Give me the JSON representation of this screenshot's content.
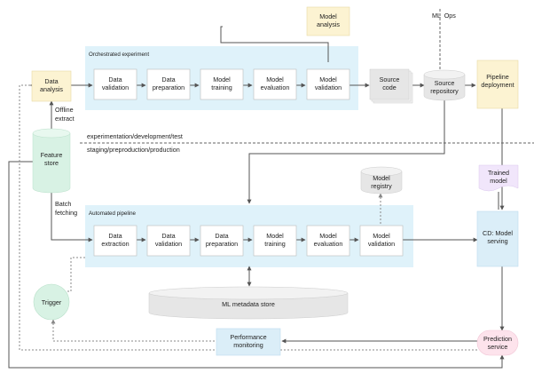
{
  "ml_ops_label": "ML  Ops",
  "divider": {
    "above": "experimentation/development/test",
    "below": "staging/preproduction/production"
  },
  "orchestrated": {
    "title": "Orchestrated experiment",
    "steps": [
      [
        "Data",
        "validation"
      ],
      [
        "Data",
        "preparation"
      ],
      [
        "Model",
        "training"
      ],
      [
        "Model",
        "evaluation"
      ],
      [
        "Model",
        "validation"
      ]
    ]
  },
  "automated": {
    "title": "Automated pipeline",
    "steps": [
      [
        "Data",
        "extraction"
      ],
      [
        "Data",
        "validation"
      ],
      [
        "Data",
        "preparation"
      ],
      [
        "Model",
        "training"
      ],
      [
        "Model",
        "evaluation"
      ],
      [
        "Model",
        "validation"
      ]
    ]
  },
  "nodes": {
    "data_analysis": [
      "Data",
      "analysis"
    ],
    "model_analysis": [
      "Model",
      "analysis"
    ],
    "source_code": [
      "Source",
      "code"
    ],
    "source_repository": [
      "Source",
      "repository"
    ],
    "pipeline_deployment": [
      "Pipeline",
      "deployment"
    ],
    "feature_store": [
      "Feature",
      "store"
    ],
    "model_registry": [
      "Model",
      "registry"
    ],
    "trained_model": [
      "Trained",
      "model"
    ],
    "cd_model_serving": [
      "CD: Model",
      "serving"
    ],
    "ml_metadata_store": "ML metadata store",
    "trigger": "Trigger",
    "performance_monitoring": [
      "Performance",
      "monitoring"
    ],
    "prediction_service": [
      "Prediction",
      "service"
    ]
  },
  "edge_labels": {
    "offline_extract": [
      "Offline",
      "extract"
    ],
    "batch_fetching": [
      "Batch",
      "fetching"
    ]
  },
  "colors": {
    "pipeline_bg": "#dff2fa",
    "yellow": "#fcf3d2",
    "green": "#d8f2e4",
    "blue": "#dbeef8",
    "pink": "#fde3ec",
    "purple": "#f1e6fb",
    "gray": "#e6e6e6",
    "step": "#ffffff",
    "line": "#555555"
  }
}
